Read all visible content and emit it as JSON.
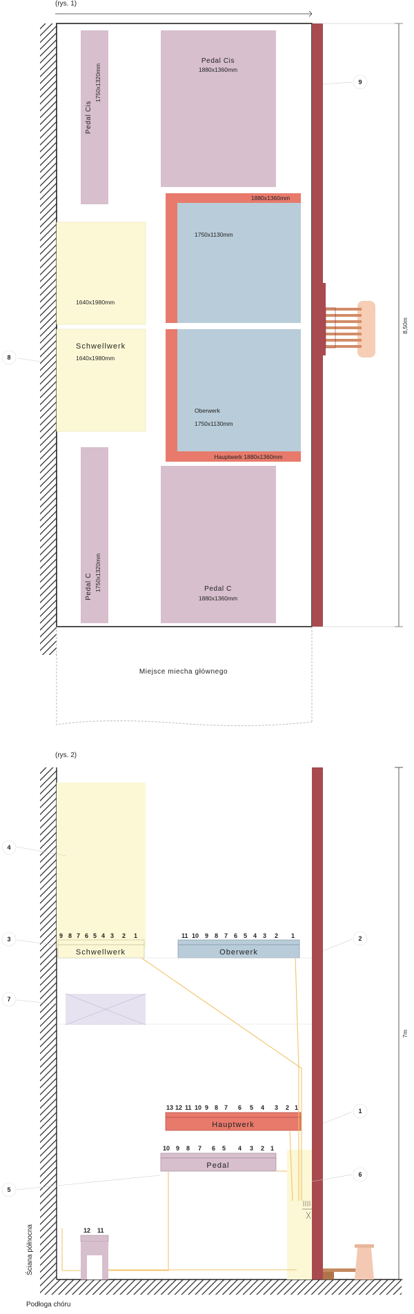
{
  "fig1": {
    "caption": "(rys. 1)",
    "dimension": "8,50m",
    "pedal_cis_small": {
      "name": "Pedal Cis",
      "size": "1750x1320mm"
    },
    "pedal_cis_big": {
      "name": "Pedal Cis",
      "size": "1880x1360mm"
    },
    "hauptwerk_top_size": "1880x1360mm",
    "blue_top_size": "1750x1130mm",
    "schwell_top_size": "1640x1980mm",
    "schwell_bottom": {
      "name": "Schwellwerk",
      "size": "1640x1980mm"
    },
    "oberwerk": {
      "name": "Oberwerk",
      "size": "1750x1130mm"
    },
    "hauptwerk_bottom": "Hauptwerk 1880x1360mm",
    "pedal_c_small": {
      "name": "Pedal C",
      "size": "1750x1320mm"
    },
    "pedal_c_big": {
      "name": "Pedal C",
      "size": "1880x1360mm"
    },
    "bellows_area": "Miejsce miecha głównego",
    "markers": {
      "m8": "8",
      "m9": "9"
    }
  },
  "fig2": {
    "caption": "(rys. 2)",
    "dimension": "7m",
    "schwellwerk_label": "Schwellwerk",
    "schwellwerk_scale": [
      "9",
      "8",
      "7",
      "6",
      "5",
      "4",
      "3",
      "2",
      "1"
    ],
    "oberwerk_label": "Oberwerk",
    "oberwerk_scale": [
      "11",
      "10",
      "9",
      "8",
      "7",
      "6",
      "5",
      "4",
      "3",
      "2",
      "1"
    ],
    "hauptwerk_label": "Hauptwerk",
    "hauptwerk_scale": [
      "13",
      "12",
      "11",
      "10",
      "9",
      "8",
      "7",
      "6",
      "5",
      "4",
      "3",
      "2",
      "1"
    ],
    "pedal_label": "Pedal",
    "pedal_scale": [
      "10",
      "9",
      "8",
      "7",
      "6",
      "5",
      "4",
      "3",
      "2",
      "1"
    ],
    "stool_scale": [
      "12",
      "11"
    ],
    "markers": {
      "m1": "1",
      "m2": "2",
      "m3": "3",
      "m4": "4",
      "m5": "5",
      "m6": "6",
      "m7": "7"
    },
    "wall_label": "Ściana północna",
    "floor_label": "Podłoga chóru"
  },
  "colors": {
    "pedal": "#d7bfcd",
    "schwell": "#fcf8d6",
    "hauptwerk": "#e87a6c",
    "oberwerk": "#b9ccd9",
    "wall": "#a84a4f",
    "tracker": "#f0c36a"
  }
}
